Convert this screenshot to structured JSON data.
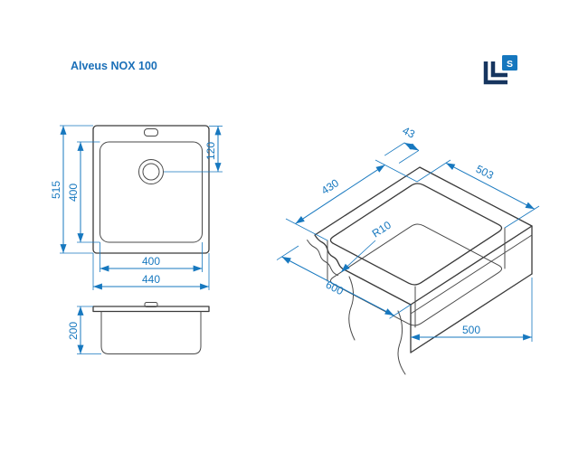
{
  "title": "Alveus NOX 100",
  "logo": {
    "letter": "S"
  },
  "colors": {
    "dimension_blue": "#1778bf",
    "line_dark": "#3a3a3a",
    "logo_navy": "#16355f",
    "logo_blue": "#1577be"
  },
  "front_view": {
    "outer_height": "515",
    "basin_height": "400",
    "drain_offset": "120",
    "basin_width": "400",
    "outer_width": "440"
  },
  "side_view": {
    "depth": "200"
  },
  "iso_view": {
    "rim_offset": "43",
    "cutout_width": "430",
    "cutout_length": "503",
    "corner_radius": "R10",
    "worktop_depth": "600",
    "cabinet_width": "500"
  }
}
